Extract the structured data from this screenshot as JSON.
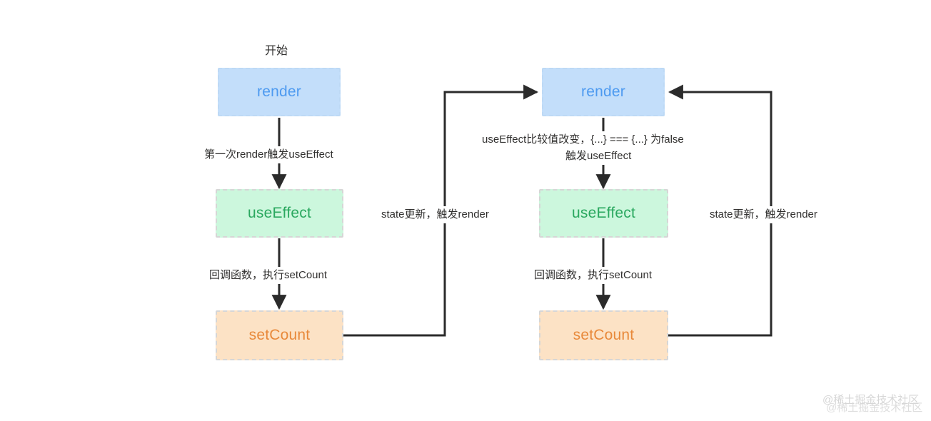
{
  "diagram": {
    "title_caption": "开始",
    "nodes": [
      {
        "id": "render-left",
        "label": "render",
        "type": "render"
      },
      {
        "id": "useeffect-left",
        "label": "useEffect",
        "type": "effect"
      },
      {
        "id": "setcount-left",
        "label": "setCount",
        "type": "setcount"
      },
      {
        "id": "render-right",
        "label": "render",
        "type": "render"
      },
      {
        "id": "useeffect-right",
        "label": "useEffect",
        "type": "effect"
      },
      {
        "id": "setcount-right",
        "label": "setCount",
        "type": "setcount"
      }
    ],
    "edge_labels": {
      "first_render_trigger": "第一次render触发useEffect",
      "callback_exec_left": "回调函数，执行setCount",
      "state_update_left": "state更新，触发render",
      "compare_changed_line1": "useEffect比较值改变，{...} === {...} 为false",
      "compare_changed_line2": "触发useEffect",
      "callback_exec_right": "回调函数，执行setCount",
      "state_update_right": "state更新，触发render"
    },
    "colors": {
      "render_fill": "#c3defa",
      "render_text": "#4d9af0",
      "effect_fill": "#ccf7dd",
      "effect_text": "#2aa85f",
      "setcount_fill": "#fce2c5",
      "setcount_text": "#e8893a",
      "wire": "#2b2b2b",
      "label_text": "#31302f",
      "background": "#ffffff"
    },
    "watermark": {
      "top": "@稀土掘金技术社区",
      "bottom": "@稀土掘金技术社区"
    }
  }
}
